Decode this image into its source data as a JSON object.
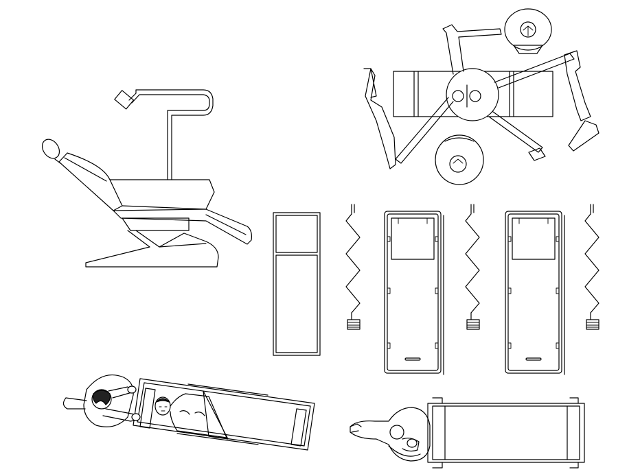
{
  "drawing": {
    "background": "#ffffff",
    "line_color": "#000000",
    "components": [
      "dental-chair-side-view",
      "operating-light-top-view",
      "side-panel",
      "spring",
      "bed-top-view",
      "doctor-patient-bed-view",
      "doctor-table-view"
    ]
  }
}
